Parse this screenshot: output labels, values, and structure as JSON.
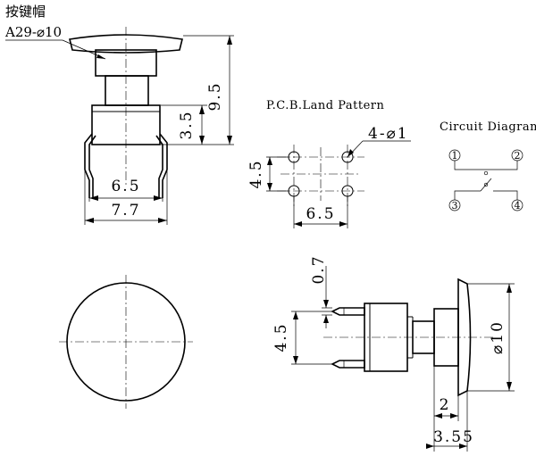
{
  "header": {
    "title_cn": "按键帽",
    "model": "A29-⌀10"
  },
  "front_view": {
    "dim_total_height": "9.5",
    "dim_body_height": "3.5",
    "dim_pin_inner": "6.5",
    "dim_pin_outer": "7.7"
  },
  "pcb_land_pattern": {
    "title": "P.C.B.Land Pattern",
    "hole_label": "4-⌀1",
    "dim_vertical": "4.5",
    "dim_horizontal": "6.5"
  },
  "circuit_diagram": {
    "title": "Circuit Diagram",
    "pins": [
      "1",
      "2",
      "3",
      "4"
    ]
  },
  "side_view": {
    "dim_pin_offset": "0.7",
    "dim_pin_spacing": "4.5",
    "dim_cap_diameter": "⌀10",
    "dim_cap_thickness": "2",
    "dim_cap_total": "3.55"
  }
}
